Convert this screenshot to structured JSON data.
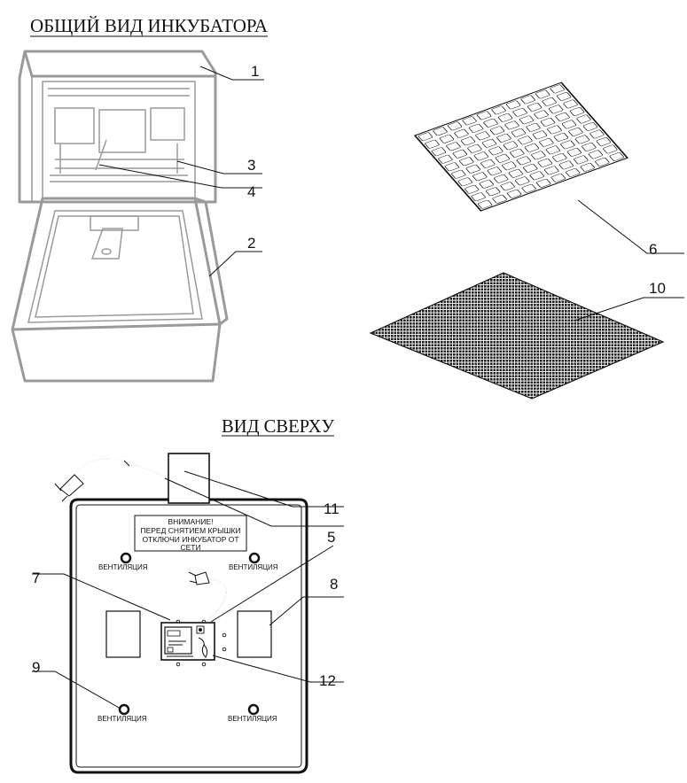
{
  "titles": {
    "general_view": "ОБЩИЙ ВИД ИНКУБАТОРА",
    "top_view": "ВИД СВЕРХУ"
  },
  "callouts": {
    "c1": "1",
    "c2": "2",
    "c3": "3",
    "c4": "4",
    "c5": "5",
    "c6": "6",
    "c7": "7",
    "c8": "8",
    "c9": "9",
    "c10": "10",
    "c11": "11",
    "c12": "12"
  },
  "warning": {
    "line1": "ВНИМАНИЕ!",
    "line2": "ПЕРЕД СНЯТИЕМ КРЫШКИ",
    "line3": "ОТКЛЮЧИ ИНКУБАТОР ОТ",
    "line4": "СЕТИ"
  },
  "vents": {
    "top_left": "ВЕНТИЛЯЦИЯ",
    "top_right": "ВЕНТИЛЯЦИЯ",
    "bottom_left": "ВЕНТИЛЯЦИЯ",
    "bottom_right": "ВЕНТИЛЯЦИЯ"
  },
  "colors": {
    "ink": "#111111",
    "incubator_gray": "#9a9a9a",
    "background": "#ffffff"
  }
}
